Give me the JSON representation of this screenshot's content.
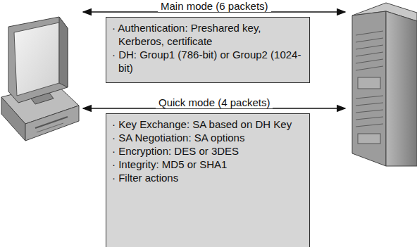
{
  "diagram": {
    "nodes": [
      {
        "text": [
          "· Authentication: Preshared key, Kerberos, certificate",
          "· DH: Group1 (786-bit) or Group2 (1024-bit)"
        ]
      },
      {
        "text": [
          "· Key Exchange: SA based on DH Key",
          "· SA Negotiation: SA options",
          "· Encryption: DES or 3DES",
          "· Integrity: MD5 or SHA1",
          "· Filter actions"
        ]
      }
    ],
    "labels": [
      "Main mode (6 packets)",
      "Quick mode (4 packets)"
    ]
  }
}
